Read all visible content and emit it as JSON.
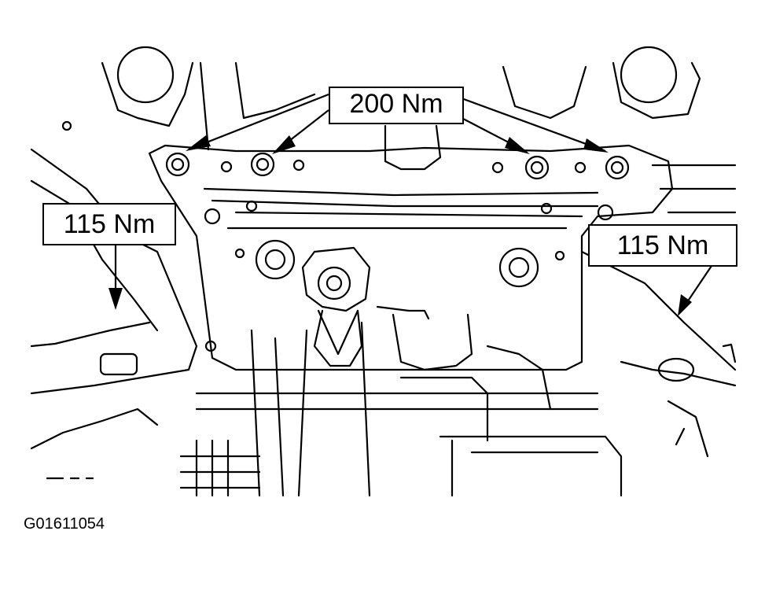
{
  "labels": {
    "torque_top": "200 Nm",
    "torque_left": "115 Nm",
    "torque_right": "115 Nm"
  },
  "figure_id": "G01611054"
}
